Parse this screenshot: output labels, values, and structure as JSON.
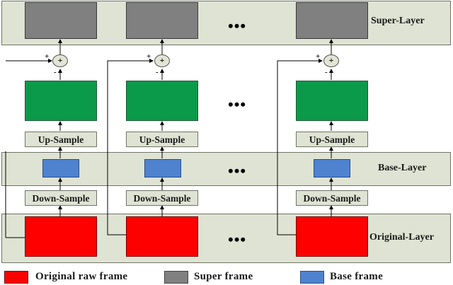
{
  "layers": {
    "super": "Super-Layer",
    "base": "Base-Layer",
    "original": "Original-Layer"
  },
  "ops": {
    "upsample": "Up-Sample",
    "downsample": "Down-Sample"
  },
  "ellipsis": "•••",
  "sum_symbol": "+",
  "signs": {
    "plus": "+",
    "minus": "-"
  },
  "legend": {
    "original": "Original raw frame",
    "super": "Super frame",
    "base": "Base frame"
  },
  "colors": {
    "original_frame": "#ff0000",
    "super_frame": "#808080",
    "base_frame": "#4f83cf",
    "upsampled_frame": "#0b9a4a",
    "layer_band": "#dfe3d3"
  }
}
